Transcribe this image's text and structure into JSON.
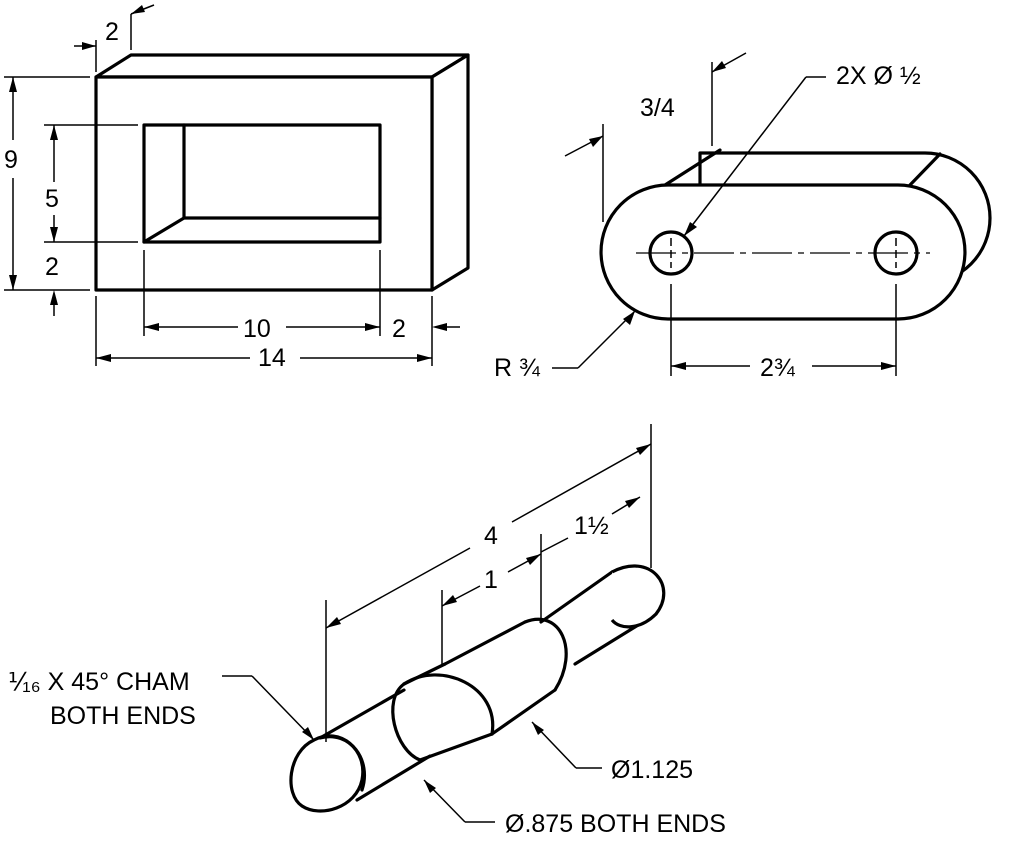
{
  "drawing_1": {
    "dims": {
      "wall_top": "2",
      "height_total": "9",
      "opening_height": "5",
      "wall_bottom": "2",
      "opening_width": "10",
      "wall_right": "2",
      "width_total": "14"
    }
  },
  "drawing_2": {
    "dims": {
      "thickness": "3/4",
      "holes": "2X Ø ½",
      "radius": "R ¾",
      "hole_spacing": "2¾"
    }
  },
  "drawing_3": {
    "dims": {
      "overall_length": "4",
      "step_length": "1",
      "end_length": "1½",
      "chamfer_line1": "⅟₁₆ X 45° CHAM",
      "chamfer_line2": "BOTH ENDS",
      "large_diameter": "Ø1.125",
      "small_diameter": "Ø.875 BOTH ENDS"
    }
  }
}
